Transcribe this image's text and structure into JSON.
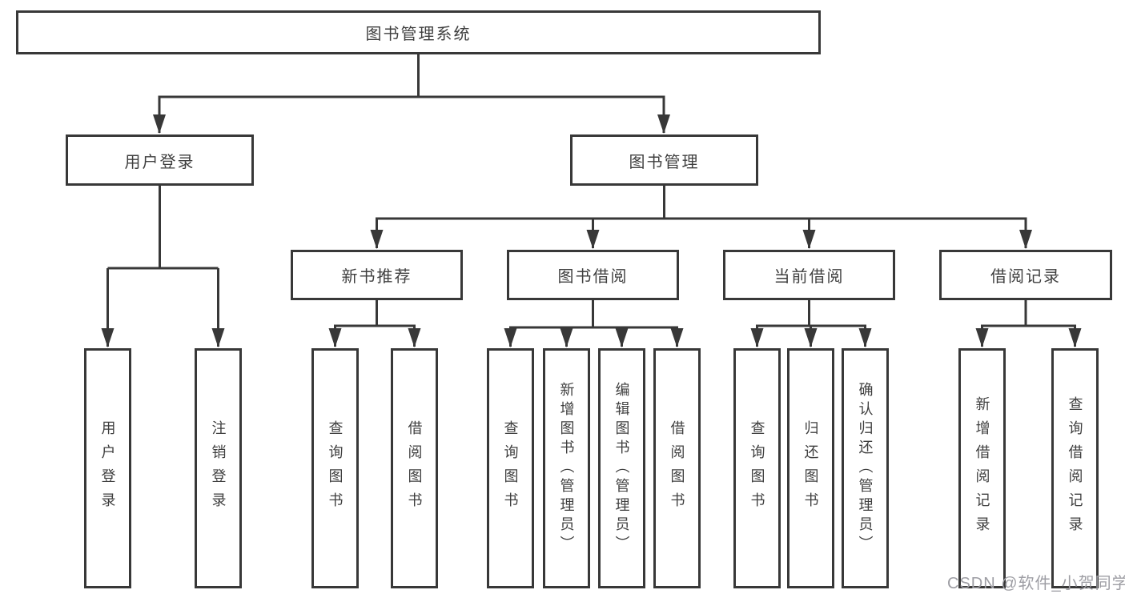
{
  "diagram": {
    "root": {
      "label": "图书管理系统"
    },
    "level2": [
      {
        "label": "用户登录"
      },
      {
        "label": "图书管理"
      }
    ],
    "level3": [
      {
        "label": "新书推荐"
      },
      {
        "label": "图书借阅"
      },
      {
        "label": "当前借阅"
      },
      {
        "label": "借阅记录"
      }
    ],
    "leaves_login": [
      {
        "label": "用户登录"
      },
      {
        "label": "注销登录"
      }
    ],
    "leaves_recommend": [
      {
        "label": "查询图书"
      },
      {
        "label": "借阅图书"
      }
    ],
    "leaves_borrow": [
      {
        "label": "查询图书"
      },
      {
        "label": "新增图书（管理员）"
      },
      {
        "label": "编辑图书（管理员）"
      },
      {
        "label": "借阅图书"
      }
    ],
    "leaves_current": [
      {
        "label": "查询图书"
      },
      {
        "label": "归还图书"
      },
      {
        "label": "确认归还（管理员）"
      }
    ],
    "leaves_records": [
      {
        "label": "新增借阅记录"
      },
      {
        "label": "查询借阅记录"
      }
    ]
  },
  "watermark": "CSDN @软件_小贺同学",
  "colors": {
    "line": "#383838",
    "text": "#3f3f3f",
    "watermark": "#9e9ea4",
    "background": "#ffffff"
  }
}
